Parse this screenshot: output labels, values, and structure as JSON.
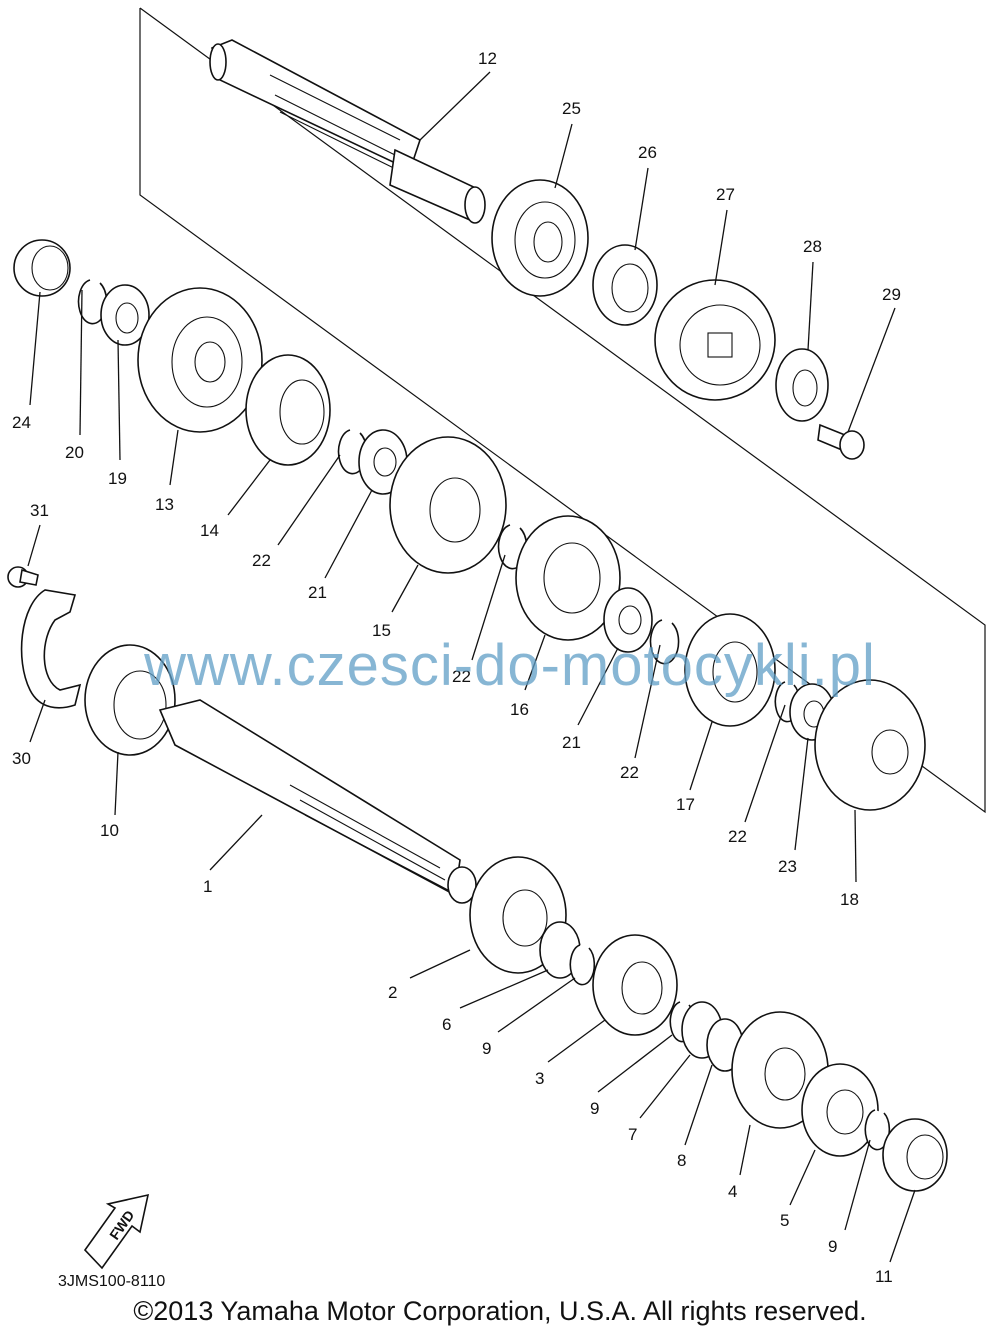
{
  "diagram": {
    "watermark": "www.czesci-do-motocykli.pl",
    "direction_label": "FWD",
    "drawing_code": "3JMS100-8110",
    "copyright": "©2013 Yamaha Motor Corporation, U.S.A. All rights reserved.",
    "callouts": [
      "1",
      "2",
      "3",
      "4",
      "5",
      "6",
      "7",
      "8",
      "9",
      "10",
      "11",
      "12",
      "13",
      "14",
      "15",
      "16",
      "17",
      "18",
      "19",
      "20",
      "21",
      "22",
      "23",
      "24",
      "25",
      "26",
      "27",
      "28",
      "29",
      "30",
      "31"
    ]
  }
}
